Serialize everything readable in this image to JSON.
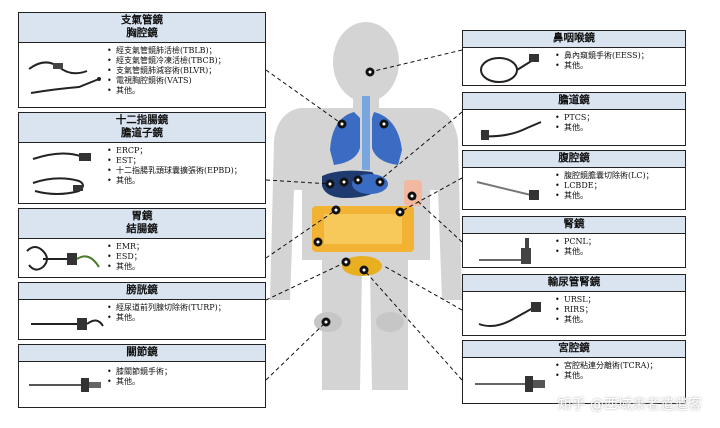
{
  "cards": {
    "left": [
      {
        "title": [
          "支氣管鏡",
          "胸腔鏡"
        ],
        "items": [
          "經支氣管鏡肺活檢(TBLB)；",
          "經支氣管鏡冷凍活檢(TBCB)；",
          "支氣管鏡肺減容術(BLVR)；",
          "電視胸腔鏡術(VATS)",
          "其他。"
        ]
      },
      {
        "title": [
          "十二指腸鏡",
          "膽道子鏡"
        ],
        "items": [
          "ERCP；",
          "EST；",
          "十二指腸乳頭球囊擴張術(EPBD)；",
          "其他。"
        ]
      },
      {
        "title": [
          "胃鏡",
          "結腸鏡"
        ],
        "items": [
          "EMR；",
          "ESD；",
          "其他。"
        ]
      },
      {
        "title": [
          "膀胱鏡"
        ],
        "items": [
          "經尿道前列腺切除術(TURP)；",
          "其他。"
        ]
      },
      {
        "title": [
          "關節鏡"
        ],
        "items": [
          "膝關節鏡手術；",
          "其他。"
        ]
      }
    ],
    "right": [
      {
        "title": [
          "鼻咽喉鏡"
        ],
        "items": [
          "鼻內窺鏡手術(EESS)；",
          "其他。"
        ]
      },
      {
        "title": [
          "膽道鏡"
        ],
        "items": [
          "PTCS；",
          "其他。"
        ]
      },
      {
        "title": [
          "腹腔鏡"
        ],
        "items": [
          "腹腔鏡膽囊切除術(LC)；",
          "LCBDE；",
          "其他。"
        ]
      },
      {
        "title": [
          "腎鏡"
        ],
        "items": [
          "PCNL；",
          "其他。"
        ]
      },
      {
        "title": [
          "輸尿管腎鏡"
        ],
        "items": [
          "URSL；",
          "RIRS；",
          "其他。"
        ]
      },
      {
        "title": [
          "宮腔鏡"
        ],
        "items": [
          "宮腔粘連分離術(TCRA)；",
          "其他。"
        ]
      }
    ]
  },
  "watermark": "知乎 @西域来者遣遣客",
  "colors": {
    "header_bg": "#d9e4f0",
    "body_silhouette": "#d3d3d3",
    "lungs": "#3a6cc4",
    "organs": "#f2b233",
    "marker": "#111111"
  }
}
